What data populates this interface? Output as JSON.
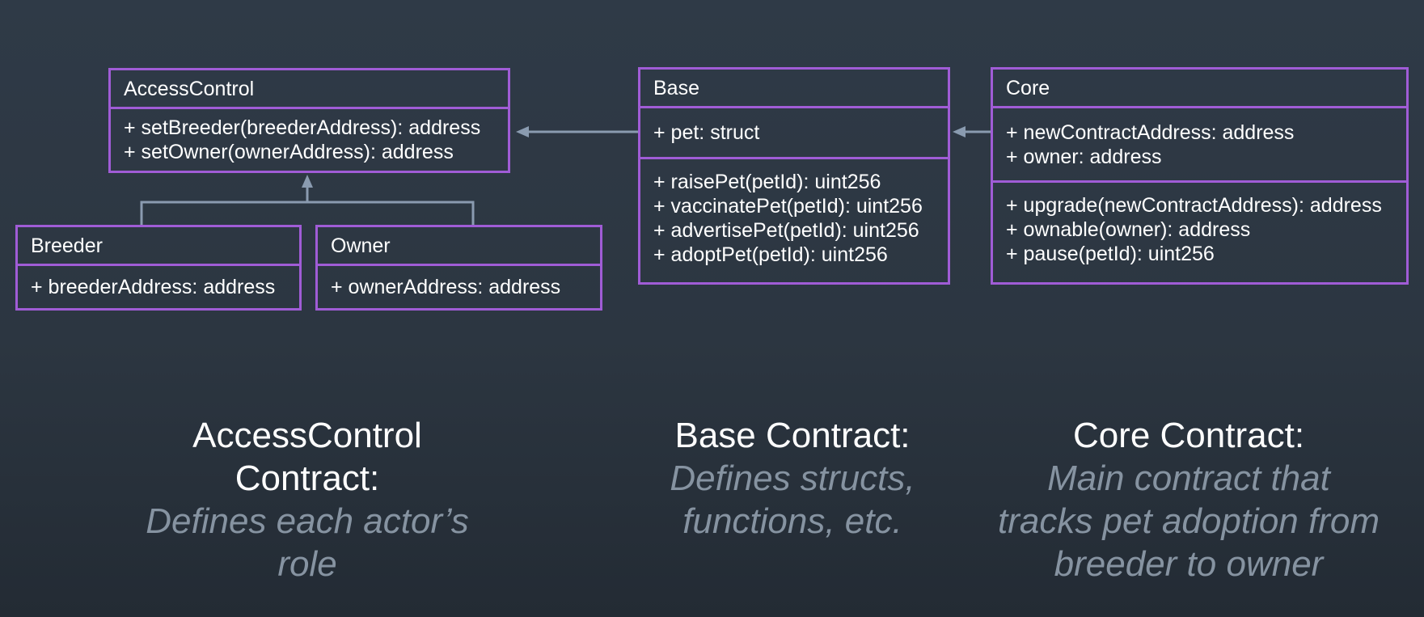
{
  "colors": {
    "background": "#2c3641",
    "box_border": "#a05cd6",
    "connector": "#8a9bb0",
    "title_text": "#ffffff",
    "description_text": "#8693a1"
  },
  "diagram": {
    "access_control": {
      "name": "AccessControl",
      "methods": [
        "+ setBreeder(breederAddress): address",
        "+ setOwner(ownerAddress): address"
      ]
    },
    "breeder": {
      "name": "Breeder",
      "attributes": [
        "+ breederAddress: address"
      ]
    },
    "owner": {
      "name": "Owner",
      "attributes": [
        "+ ownerAddress: address"
      ]
    },
    "base": {
      "name": "Base",
      "attributes": [
        "+ pet: struct"
      ],
      "methods": [
        "+ raisePet(petId): uint256",
        "+ vaccinatePet(petId): uint256",
        "+ advertisePet(petId): uint256",
        "+ adoptPet(petId): uint256"
      ]
    },
    "core": {
      "name": "Core",
      "attributes": [
        "+ newContractAddress: address",
        "+ owner: address"
      ],
      "methods": [
        "+ upgrade(newContractAddress): address",
        "+ ownable(owner): address",
        "+ pause(petId): uint256"
      ]
    }
  },
  "captions": {
    "access_control": {
      "title_line1": "AccessControl",
      "title_line2": "Contract:",
      "desc_line1": "Defines each actor’s",
      "desc_line2": "role"
    },
    "base": {
      "title_line1": "Base Contract:",
      "desc_line1": "Defines structs,",
      "desc_line2": "functions, etc."
    },
    "core": {
      "title_line1": "Core Contract:",
      "desc_line1": "Main contract that",
      "desc_line2": "tracks pet adoption from",
      "desc_line3": "breeder to owner"
    }
  }
}
